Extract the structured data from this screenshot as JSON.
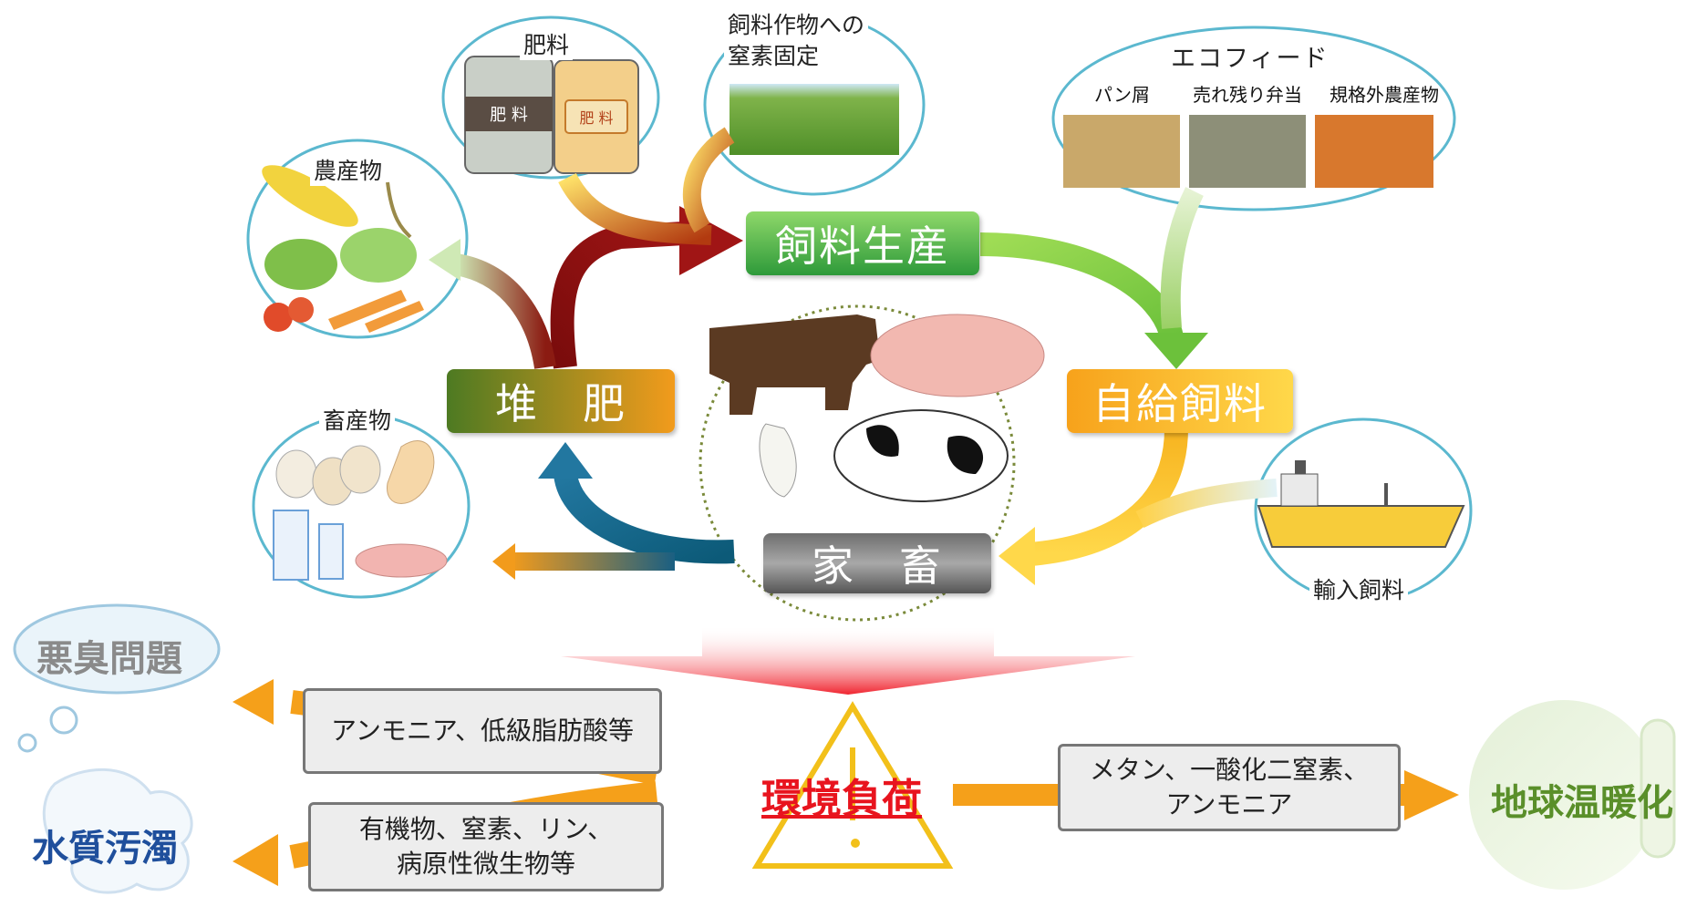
{
  "cycle": {
    "feed_production": "飼料生産",
    "self_feed": "自給飼料",
    "livestock": "家　畜",
    "compost": "堆　肥"
  },
  "bubbles": {
    "fertilizer": "肥料",
    "fertilizer_bag": "肥 料",
    "nitrogen_fixation_line1": "飼料作物への",
    "nitrogen_fixation_line2": "窒素固定",
    "crops": "農産物",
    "animal_products": "畜産物",
    "imported_feed": "輸入飼料",
    "ecofeed": {
      "title": "エコフィード",
      "items": [
        "パン屑",
        "売れ残り弁当",
        "規格外農産物"
      ]
    }
  },
  "impact": {
    "center": "環境負荷",
    "left_top_box": "アンモニア、低級脂肪酸等",
    "left_bottom_box_line1": "有機物、窒素、リン、",
    "left_bottom_box_line2": "病原性微生物等",
    "right_box_line1": "メタン、一酸化二窒素、",
    "right_box_line2": "アンモニア",
    "odor": "悪臭問題",
    "water": "水質汚濁",
    "warming": "地球温暖化"
  },
  "colors": {
    "impact_red": "#e8141e",
    "arrow_orange": "#f5a01a",
    "water_blue": "#1f4f9c",
    "warming_green": "#5a8f2a",
    "odor_grey": "#8a8a8a"
  }
}
